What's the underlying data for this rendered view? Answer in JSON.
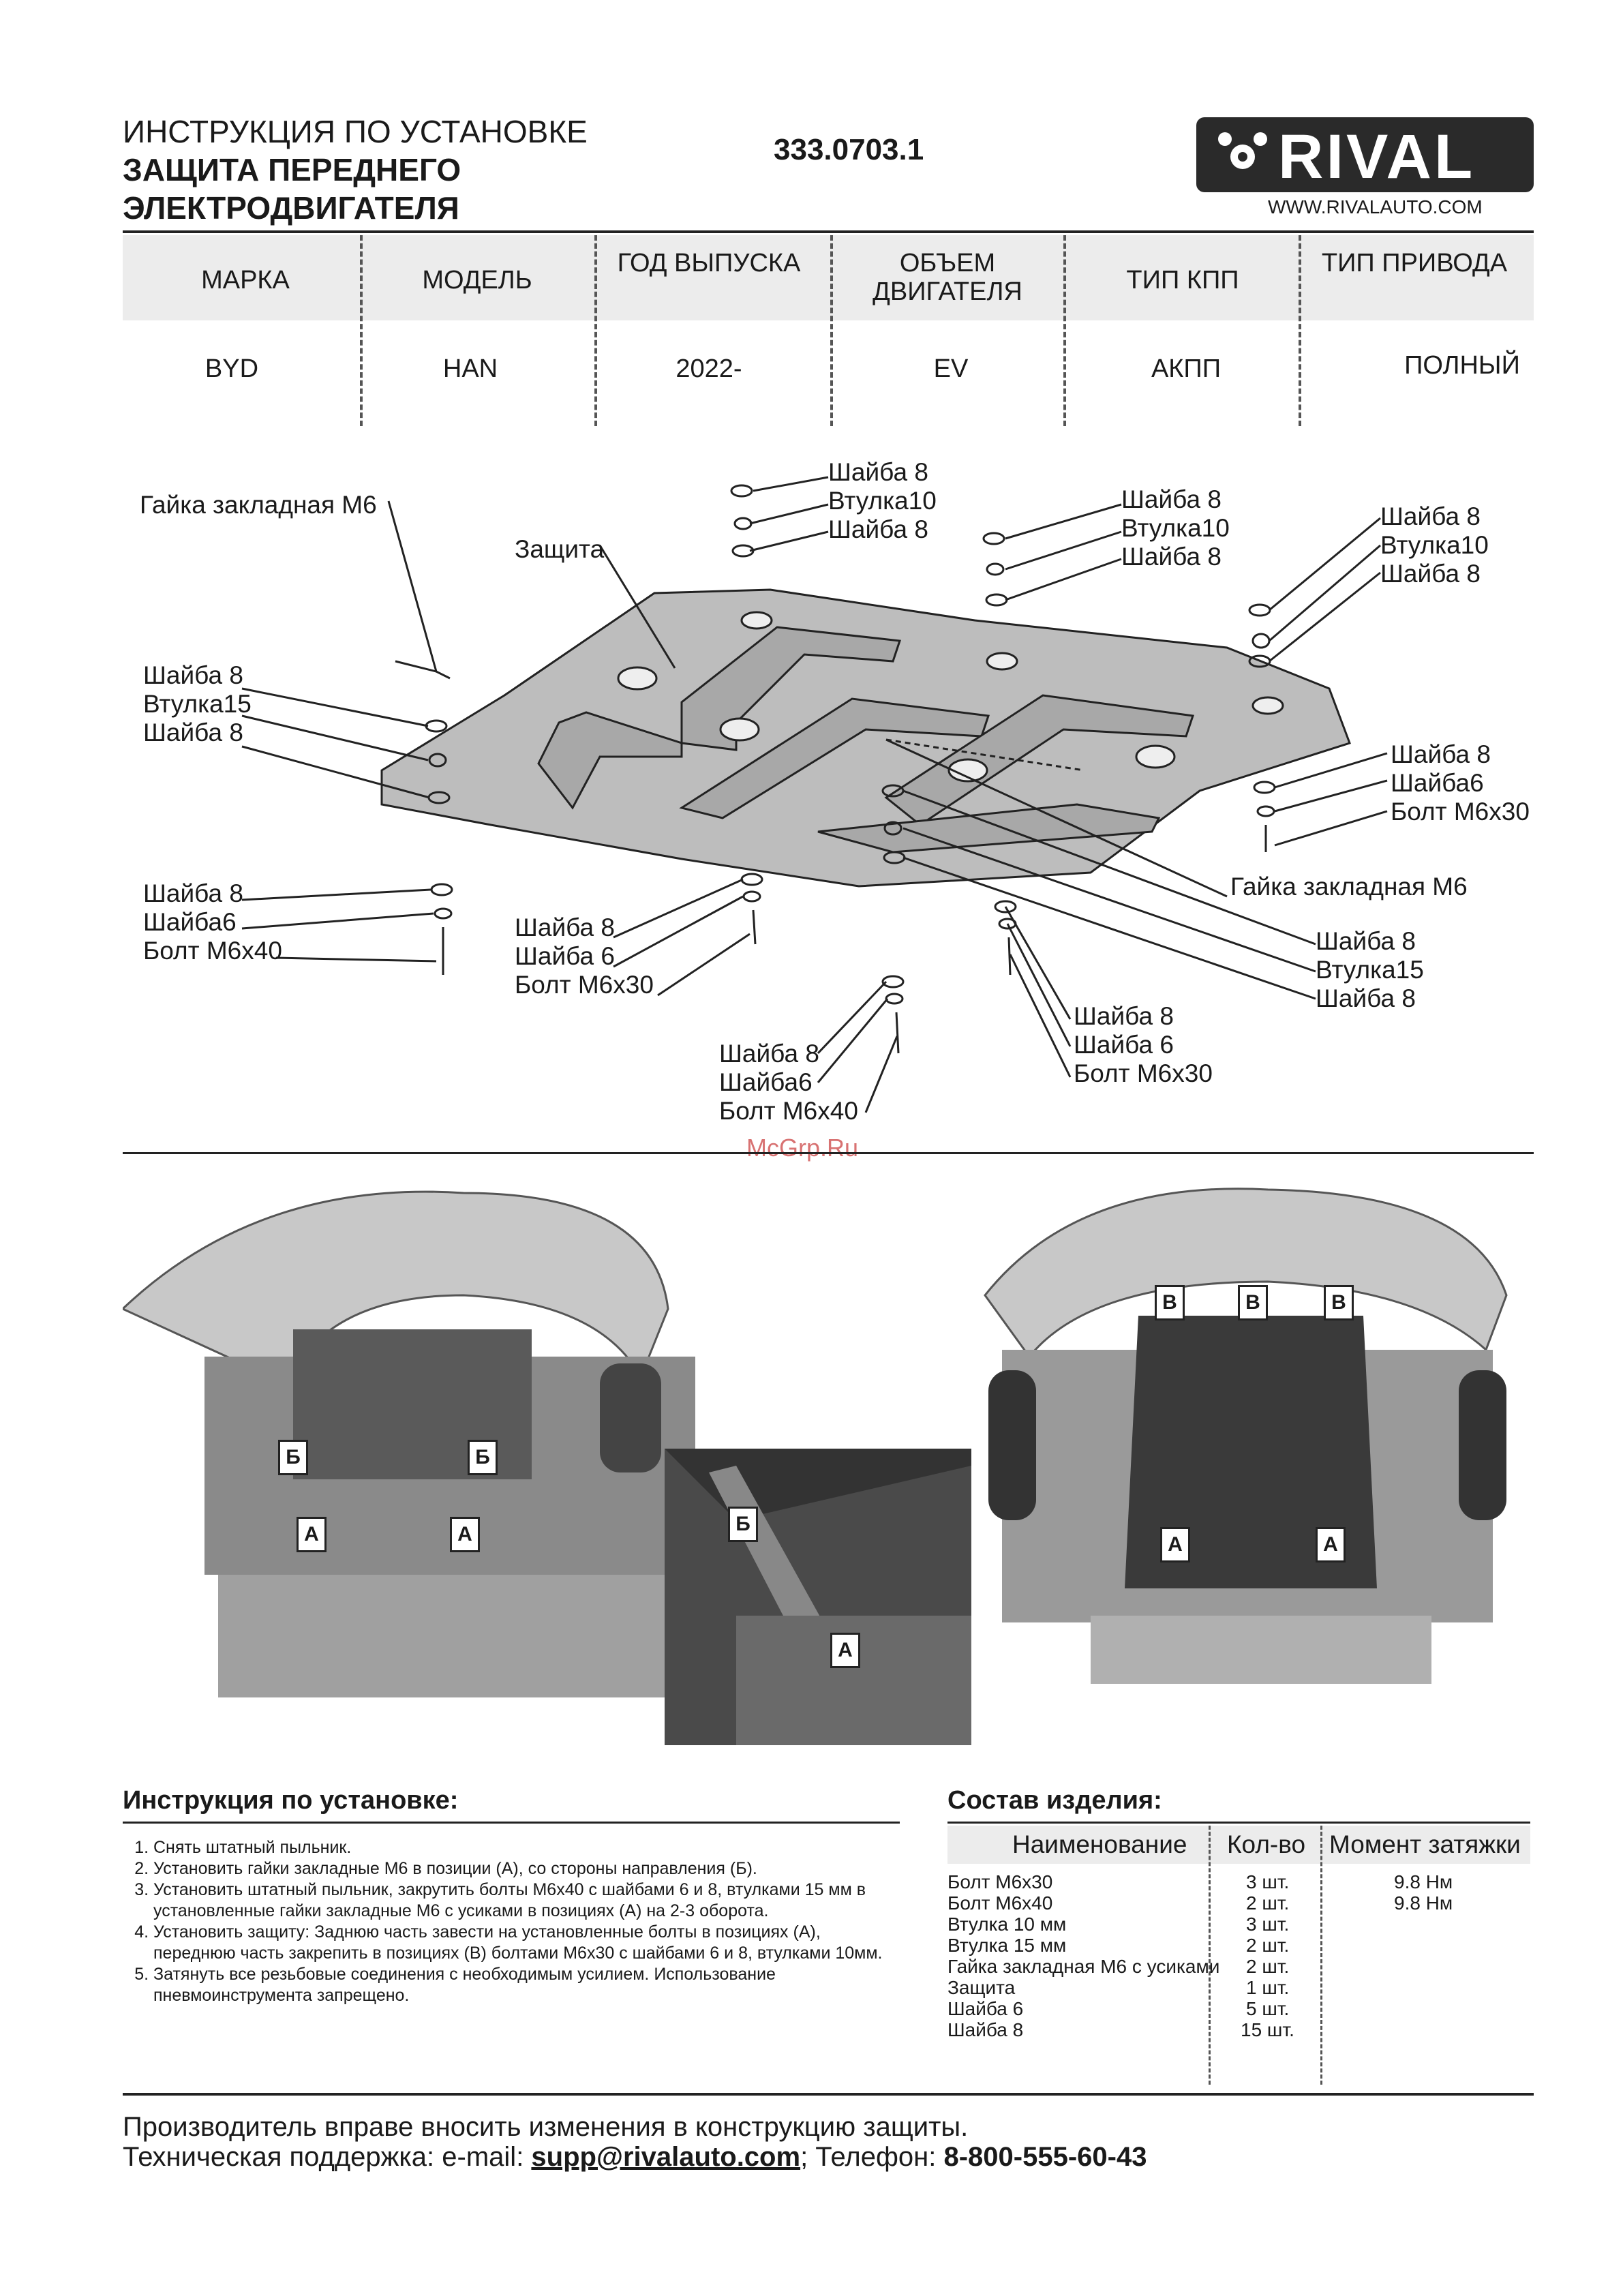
{
  "header": {
    "title_line1": "ИНСТРУКЦИЯ ПО УСТАНОВКЕ",
    "title_line2": "ЗАЩИТА ПЕРЕДНЕГО",
    "title_line3": "ЭЛЕКТРОДВИГАТЕЛЯ",
    "article": "333.0703.1",
    "logo": "RIVAL",
    "website": "WWW.RIVALAUTO.COM"
  },
  "spec_table": {
    "headers": [
      "МАРКА",
      "МОДЕЛЬ",
      "ГОД ВЫПУСКА",
      "ОБЪЕМ ДВИГАТЕЛЯ",
      "ТИП КПП",
      "ТИП ПРИВОДА"
    ],
    "values": [
      "BYD",
      "HAN",
      "2022-",
      "EV",
      "АКПП",
      "ПОЛНЫЙ"
    ]
  },
  "diagram_labels": {
    "nut_m6_top": "Гайка закладная М6",
    "shield": "Защита",
    "g1": [
      "Шайба 8",
      "Втулка10",
      "Шайба 8"
    ],
    "g2": [
      "Шайба 8",
      "Втулка10",
      "Шайба 8"
    ],
    "g3": [
      "Шайба 8",
      "Втулка10",
      "Шайба 8"
    ],
    "g4": [
      "Шайба 8",
      "Втулка15",
      "Шайба 8"
    ],
    "g5": [
      "Шайба 8",
      "Шайба6",
      "Болт М6х30"
    ],
    "nut_m6_right": "Гайка закладная М6",
    "g6": [
      "Шайба 8",
      "Втулка15",
      "Шайба 8"
    ],
    "g7": [
      "Шайба 8",
      "Шайба6",
      "Болт М6х40"
    ],
    "g8": [
      "Шайба 8",
      "Шайба 6",
      "Болт М6х30"
    ],
    "g9": [
      "Шайба 8",
      "Шайба 6",
      "Болт М6х30"
    ],
    "g10": [
      "Шайба 8",
      "Шайба6",
      "Болт М6х40"
    ]
  },
  "watermark": "McGrp.Ru",
  "photo_markers": {
    "left": [
      "Б",
      "Б",
      "А",
      "А"
    ],
    "middle": [
      "Б",
      "А"
    ],
    "right": [
      "В",
      "В",
      "В",
      "А",
      "А"
    ]
  },
  "instructions": {
    "title": "Инструкция по установке:",
    "steps": [
      "Снять штатный пыльник.",
      "Установить гайки закладные М6 в позиции (А), со стороны направления (Б).",
      "Установить штатный пыльник, закрутить болты М6х40 с шайбами 6 и 8, втулками 15 мм в установленные гайки закладные М6 с усиками в позициях (А) на 2-3 оборота.",
      "Установить защиту: Заднюю часть завести на установленные болты в позициях (А), переднюю часть закрепить в позициях (В) болтами М6х30 с шайбами 6 и 8, втулками 10мм.",
      "Затянуть все резьбовые соединения с необходимым усилием. Использование пневмоинструмента запрещено."
    ]
  },
  "composition": {
    "title": "Состав изделия:",
    "headers": [
      "Наименование",
      "Кол-во",
      "Момент затяжки"
    ],
    "rows": [
      {
        "name": "Болт М6х30",
        "qty": "3 шт.",
        "torque": "9.8 Нм"
      },
      {
        "name": "Болт М6х40",
        "qty": "2 шт.",
        "torque": "9.8 Нм"
      },
      {
        "name": "Втулка 10 мм",
        "qty": "3 шт.",
        "torque": ""
      },
      {
        "name": "Втулка 15 мм",
        "qty": "2 шт.",
        "torque": ""
      },
      {
        "name": "Гайка закладная М6 с усиками",
        "qty": "2 шт.",
        "torque": ""
      },
      {
        "name": "Защита",
        "qty": "1 шт.",
        "torque": ""
      },
      {
        "name": "Шайба 6",
        "qty": "5 шт.",
        "torque": ""
      },
      {
        "name": "Шайба 8",
        "qty": "15 шт.",
        "torque": ""
      }
    ]
  },
  "footer": {
    "line1": "Производитель вправе вносить изменения в конструкцию защиты.",
    "support_label": "Техническая поддержка:  e-mail: ",
    "email": "supp@rivalauto.com",
    "sep": "; Телефон: ",
    "phone": "8-800-555-60-43"
  }
}
